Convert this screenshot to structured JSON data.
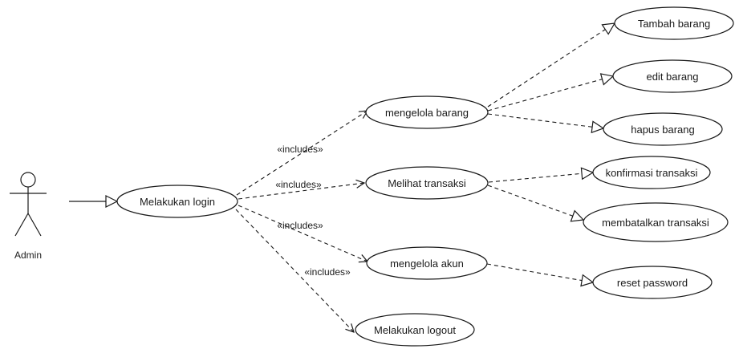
{
  "actor": {
    "name": "Admin"
  },
  "use_cases": {
    "login": "Melakukan login",
    "mengelola_barang": "mengelola barang",
    "melihat_transaksi": "Melihat transaksi",
    "mengelola_akun": "mengelola akun",
    "logout": "Melakukan logout",
    "tambah_barang": "Tambah barang",
    "edit_barang": "edit barang",
    "hapus_barang": "hapus barang",
    "konfirmasi_transaksi": "konfirmasi transaksi",
    "membatalkan_transaksi": "membatalkan transaksi",
    "reset_password": "reset password"
  },
  "relations": {
    "includes_1": "«includes»",
    "includes_2": "«includes»",
    "includes_3": "«includes»",
    "includes_4": "«includes»"
  }
}
